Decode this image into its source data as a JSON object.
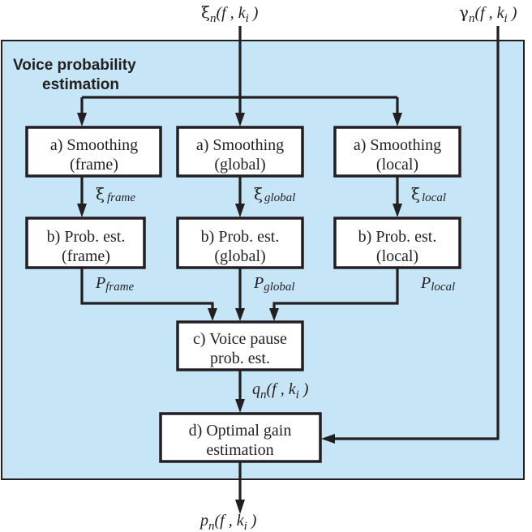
{
  "panel": {
    "title_line1": "Voice probability",
    "title_line2": "estimation",
    "fill_color": "#c6e6f7",
    "border_color": "#231f20"
  },
  "inputs": {
    "xi": {
      "symbol": "ξ",
      "sub": "n",
      "args": "(f , k",
      "arg_sub": "i",
      "close": " )"
    },
    "gamma": {
      "symbol": "γ",
      "sub": "n",
      "args": "(f , k",
      "arg_sub": "i",
      "close": " )"
    }
  },
  "blocks": {
    "smooth_frame": {
      "line1": "a) Smoothing",
      "line2": "(frame)"
    },
    "smooth_global": {
      "line1": "a) Smoothing",
      "line2": "(global)"
    },
    "smooth_local": {
      "line1": "a) Smoothing",
      "line2": "(local)"
    },
    "prob_frame": {
      "line1": "b) Prob. est.",
      "line2": "(frame)"
    },
    "prob_global": {
      "line1": "b) Prob. est.",
      "line2": "(global)"
    },
    "prob_local": {
      "line1": "b) Prob. est.",
      "line2": "(local)"
    },
    "voice_pause": {
      "line1": "c) Voice pause",
      "line2": "prob. est."
    },
    "optimal_gain": {
      "line1": "d) Optimal gain",
      "line2": "estimation"
    }
  },
  "signals": {
    "xi_frame": {
      "symbol": "ξ",
      "sub": "frame"
    },
    "xi_global": {
      "symbol": "ξ",
      "sub": "global"
    },
    "xi_local": {
      "symbol": "ξ",
      "sub": "local"
    },
    "p_frame": {
      "symbol": "P",
      "sub": "frame"
    },
    "p_global": {
      "symbol": "P",
      "sub": "global"
    },
    "p_local": {
      "symbol": "P",
      "sub": "local"
    },
    "q": {
      "symbol": "q",
      "sub": "n",
      "args": "(f , k",
      "arg_sub": "i",
      "close": " )"
    }
  },
  "output": {
    "symbol": "p",
    "sub": "n",
    "args": "(f , k",
    "arg_sub": "i",
    "close": " )"
  }
}
